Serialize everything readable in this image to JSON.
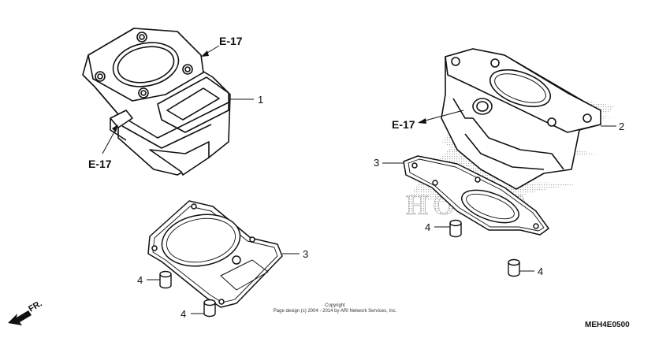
{
  "references": {
    "e17_top": "E-17",
    "e17_left": "E-17",
    "e17_right": "E-17"
  },
  "callouts": {
    "cylinder_left": "1",
    "cylinder_right": "2",
    "gasket_left": "3",
    "gasket_right": "3",
    "dowel_left_upper": "4",
    "dowel_left_lower": "4",
    "dowel_right_left": "4",
    "dowel_right_lower": "4"
  },
  "front_indicator": "FR.",
  "watermark": "HONDA",
  "copyright": {
    "line1": "Copyright",
    "line2": "Page design (c) 2004 - 2014 by ARI Network Services, Inc."
  },
  "diagram_code": "MEH4E0500"
}
